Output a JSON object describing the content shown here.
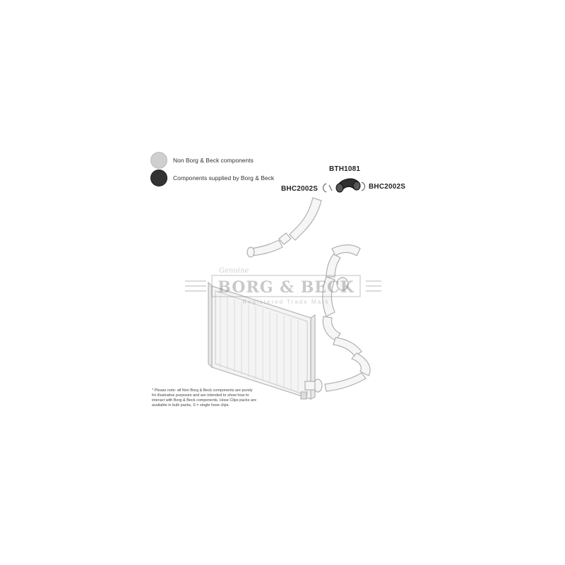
{
  "legend": {
    "non_bb": "Non Borg & Beck components",
    "bb": "Components supplied by Borg & Beck"
  },
  "parts": {
    "hose": "BTH1081",
    "clip_left": "BHC2002S",
    "clip_right": "BHC2002S"
  },
  "watermark": {
    "script": "Genuine",
    "brand": "BORG & BECK",
    "tagline": "Registered Trade Mark"
  },
  "note": "* Please note: all Non Borg & Beck components are purely for illustrative purposes and are intended to show how to interact with Borg & Beck components. Hose Clips packs are available in bulk packs, S = single hose clips."
}
